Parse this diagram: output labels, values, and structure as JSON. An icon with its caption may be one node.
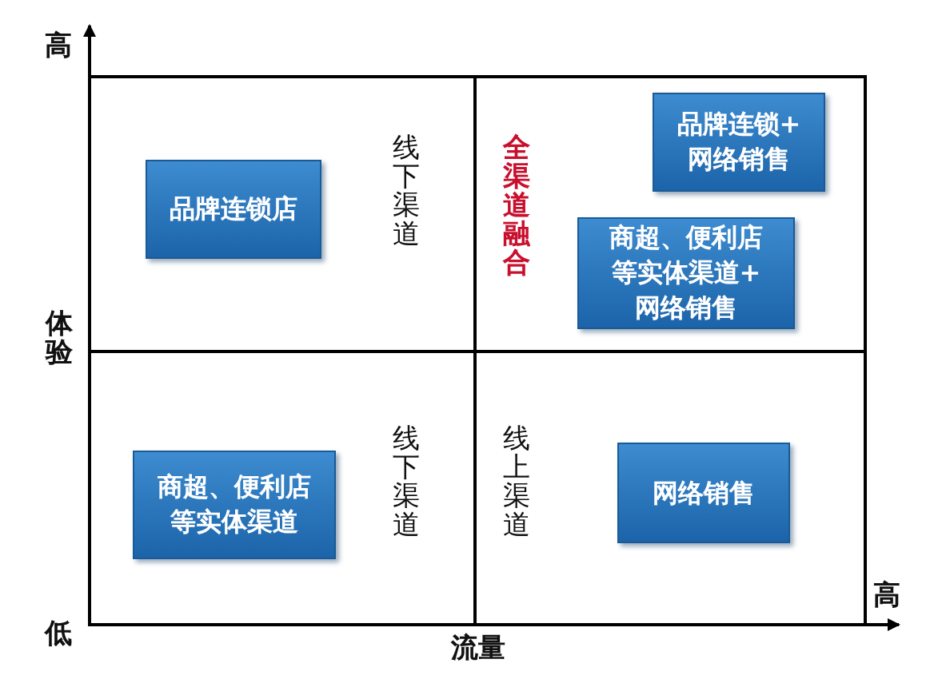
{
  "diagram": {
    "nodes": [
      {
        "text": [
          "品牌连锁店"
        ]
      },
      {
        "text": [
          "品牌连锁+网络销售"
        ]
      },
      {
        "text": [
          "商超、便利店等实体渠道+网络销售"
        ]
      },
      {
        "text": [
          "商超、便利店等实体渠道"
        ]
      },
      {
        "text": [
          "网络销售"
        ]
      }
    ],
    "labels": [
      "高",
      "线下渠道",
      "全渠道融合",
      "体验",
      "线下渠道",
      "线上渠道",
      "高",
      "低",
      "流量"
    ]
  }
}
